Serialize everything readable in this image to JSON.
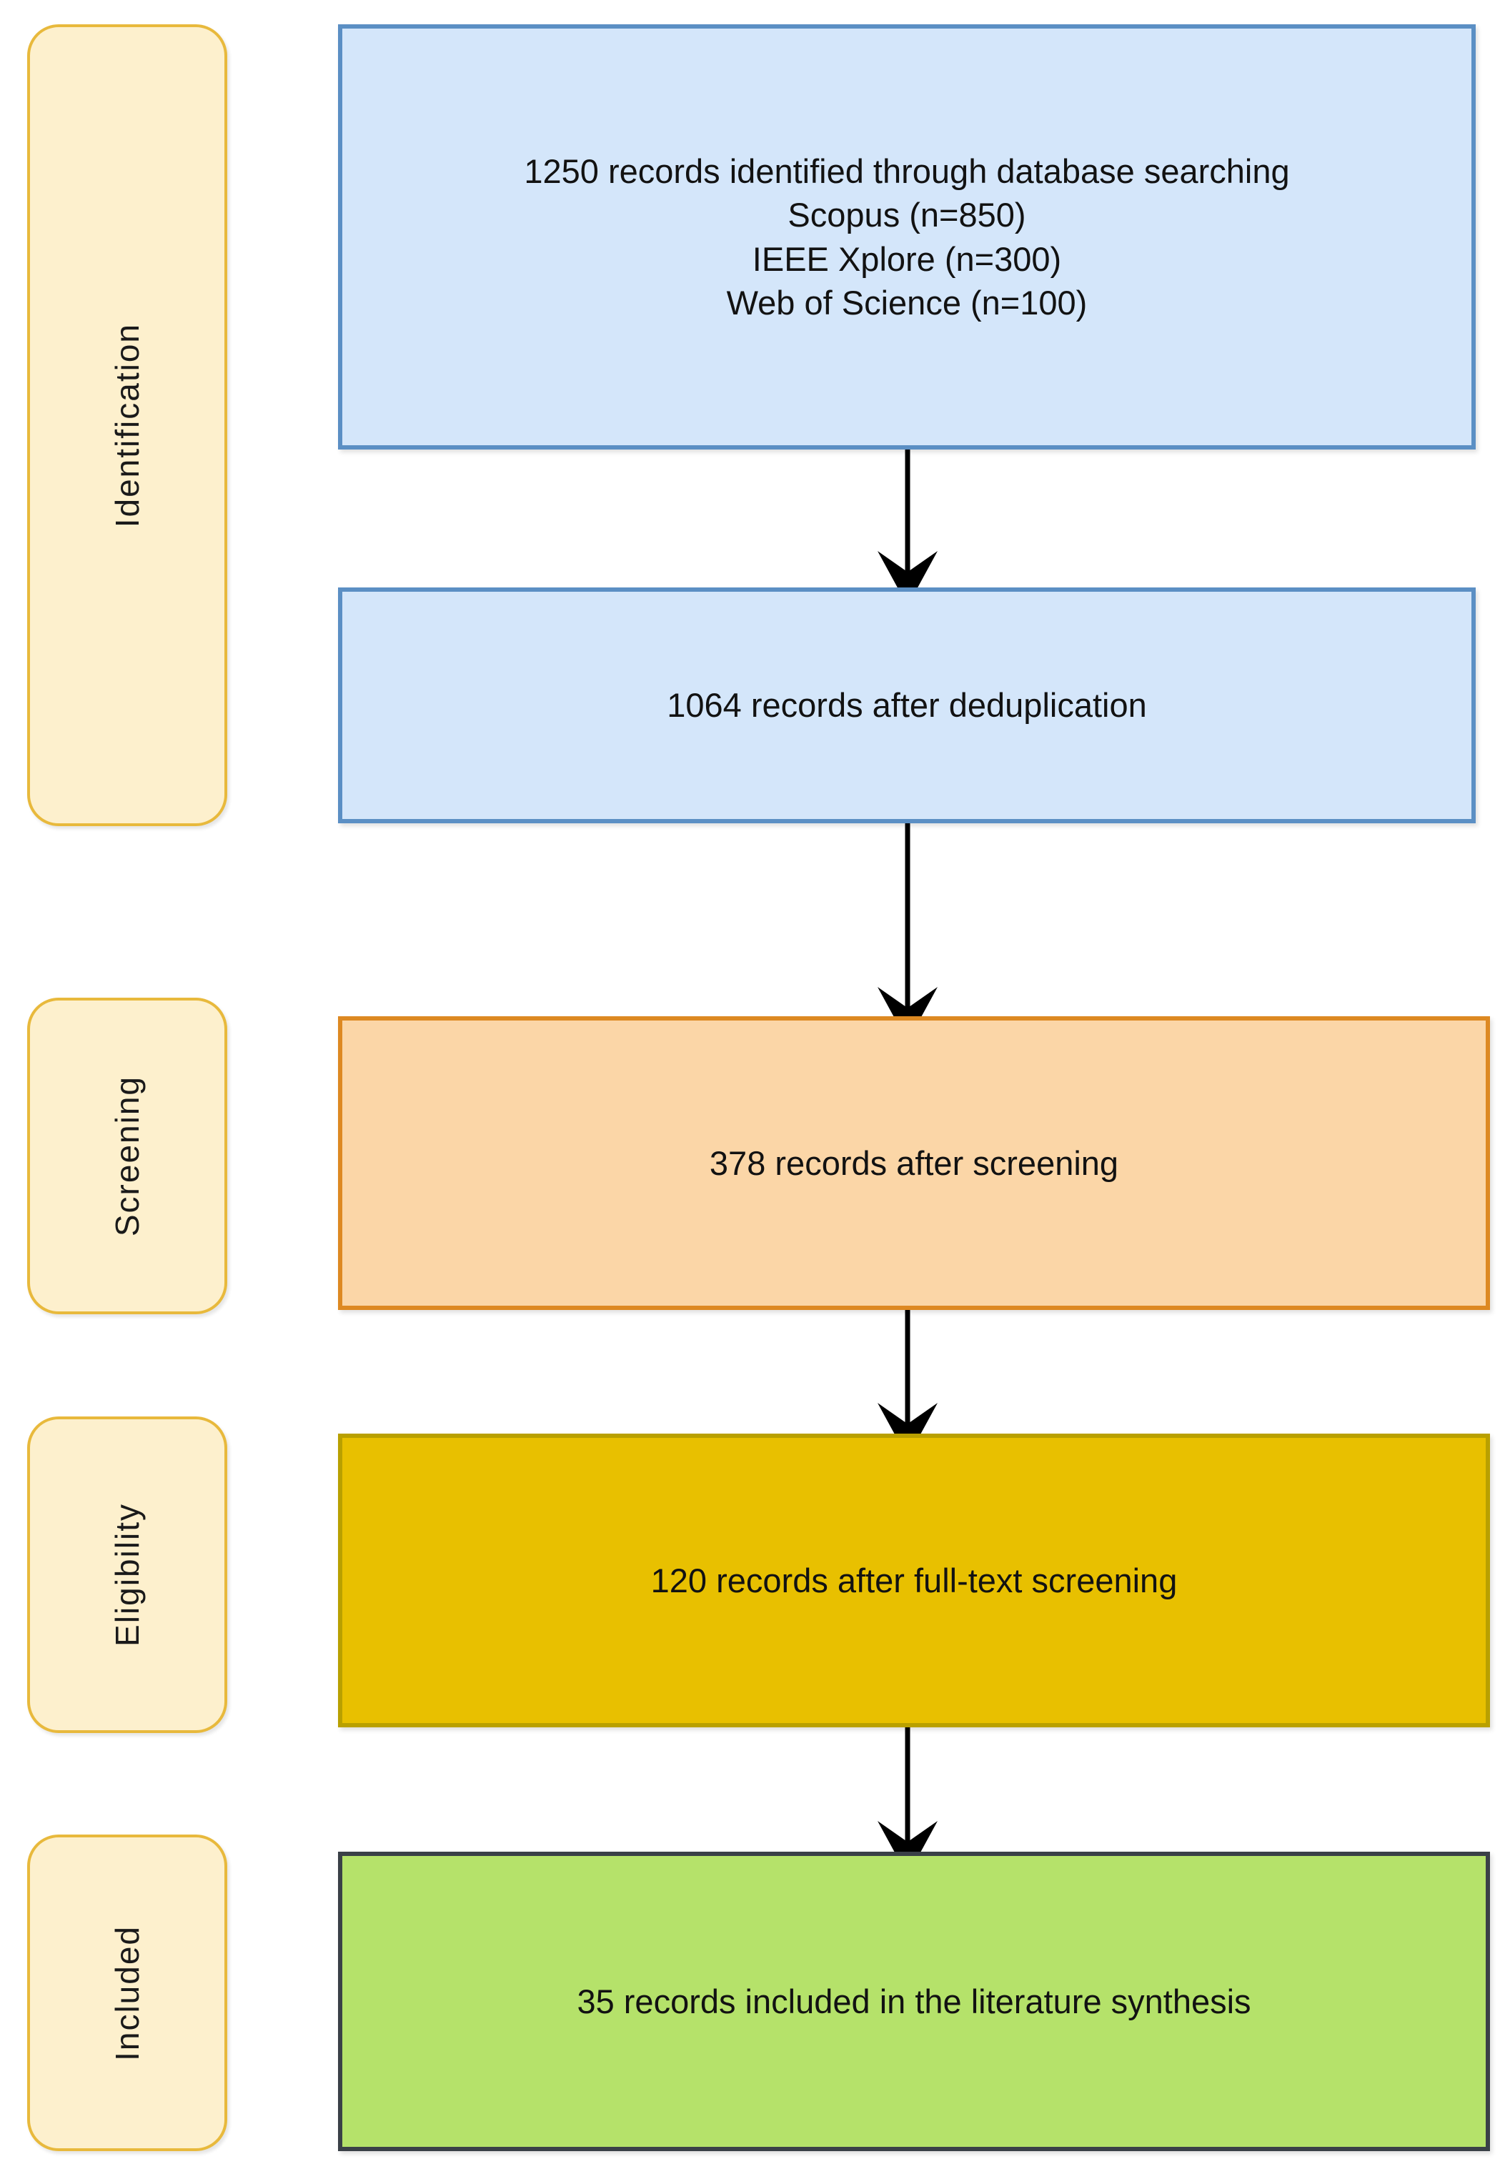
{
  "diagram": {
    "type": "prisma-flow-diagram",
    "title": "",
    "colors": {
      "identification_fill": "#d4e6fa",
      "identification_border": "#5b8fc4",
      "screening_fill": "#fbd6a7",
      "screening_border": "#dd8922",
      "eligibility_fill": "#e8c000",
      "eligibility_border": "#b9a000",
      "included_fill": "#b5e26a",
      "included_border": "#3a4047",
      "phase_label_fill": "#fdf0cd",
      "phase_label_border": "#e8b93c",
      "arrow": "#000000",
      "text": "#121212",
      "background": "#ffffff"
    },
    "phases": [
      {
        "id": "identification",
        "label": "Identification"
      },
      {
        "id": "screening",
        "label": "Screening"
      },
      {
        "id": "eligibility",
        "label": "Eligibility"
      },
      {
        "id": "included",
        "label": "Included"
      }
    ],
    "nodes": [
      {
        "id": "records-identified",
        "phase": "identification",
        "text": "1250 records identified through database searching\nScopus (n=850)\nIEEE Xplore (n=300)\nWeb of Science (n=100)",
        "count": 1250,
        "sources": [
          {
            "name": "Scopus",
            "n": 850
          },
          {
            "name": "IEEE Xplore",
            "n": 300
          },
          {
            "name": "Web of Science",
            "n": 100
          }
        ]
      },
      {
        "id": "records-deduplicated",
        "phase": "identification",
        "text": "1064 records after deduplication",
        "count": 1064
      },
      {
        "id": "records-screened",
        "phase": "screening",
        "text": "378 records after screening",
        "count": 378
      },
      {
        "id": "records-fulltext",
        "phase": "eligibility",
        "text": "120 records after full-text screening",
        "count": 120
      },
      {
        "id": "records-included",
        "phase": "included",
        "text": "35 records included in the literature synthesis",
        "count": 35
      }
    ],
    "edges": [
      {
        "from": "records-identified",
        "to": "records-deduplicated"
      },
      {
        "from": "records-deduplicated",
        "to": "records-screened"
      },
      {
        "from": "records-screened",
        "to": "records-fulltext"
      },
      {
        "from": "records-fulltext",
        "to": "records-included"
      }
    ]
  }
}
